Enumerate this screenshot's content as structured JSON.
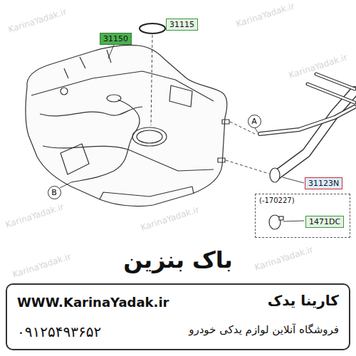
{
  "diagram": {
    "title": "باک بنزین",
    "nodes": [
      {
        "text": [
          "31115"
        ]
      },
      {
        "text": [
          "31150"
        ]
      },
      {
        "text": [
          "A"
        ]
      },
      {
        "text": [
          "31123N"
        ]
      },
      {
        "text": [
          "B"
        ]
      },
      {
        "text": [
          "(-170227)"
        ]
      },
      {
        "text": [
          "1471DC"
        ],
        "in": 5
      },
      {
        "text": [
          "کارینا یدک",
          "فروشگاه آنلاین لوازم یدکی خودرو",
          "WWW.KarinaYadak.ir",
          "۰۹۱۲۵۴۹۳۶۵۲"
        ]
      }
    ],
    "labels": [
      "KarinaYadak.ir",
      "KarinaYadak.ir",
      "KarinaYadak.ir",
      "KarinaYadak.ir",
      "KarinaYadak.ir",
      "KarinaYadak.ir",
      "KarinaYadak.ir"
    ]
  }
}
